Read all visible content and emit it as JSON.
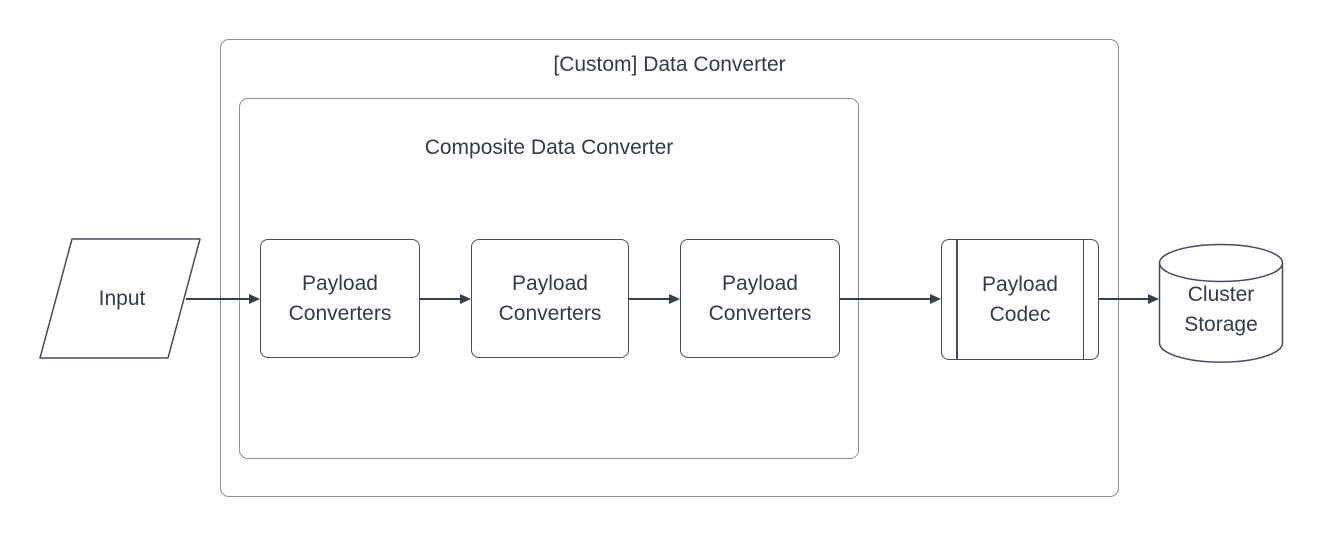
{
  "diagram": {
    "type": "flowchart",
    "background_color": "#ffffff",
    "text_color": "#343b48",
    "shape_stroke_color": "#454c5a",
    "container_stroke_color": "#8b909c",
    "arrow_color": "#39404d",
    "nodes": {
      "input": {
        "label": "Input",
        "shape": "parallelogram"
      },
      "outer_container": {
        "label": "[Custom] Data Converter",
        "shape": "rounded-rectangle-container"
      },
      "inner_container": {
        "label": "Composite Data Converter",
        "shape": "rounded-rectangle-container"
      },
      "payload_converter_1": {
        "label": "Payload\nConverters",
        "shape": "rounded-rectangle"
      },
      "payload_converter_2": {
        "label": "Payload\nConverters",
        "shape": "rounded-rectangle"
      },
      "payload_converter_3": {
        "label": "Payload\nConverters",
        "shape": "rounded-rectangle"
      },
      "payload_codec": {
        "label": "Payload\nCodec",
        "shape": "predefined-process"
      },
      "cluster_storage": {
        "label": "Cluster\nStorage",
        "shape": "cylinder"
      }
    },
    "edges": [
      {
        "from": "input",
        "to": "payload_converter_1"
      },
      {
        "from": "payload_converter_1",
        "to": "payload_converter_2"
      },
      {
        "from": "payload_converter_2",
        "to": "payload_converter_3"
      },
      {
        "from": "payload_converter_3",
        "to": "payload_codec"
      },
      {
        "from": "payload_codec",
        "to": "cluster_storage"
      }
    ]
  }
}
